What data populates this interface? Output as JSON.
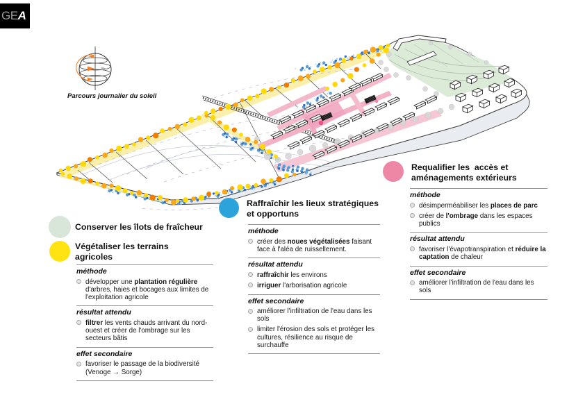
{
  "logo": {
    "gray": "GE",
    "white": "A"
  },
  "sun_diagram": {
    "caption": "Parcours journalier du soleil",
    "icon": "sun-path-globe-icon",
    "accent": "#ee7f2d"
  },
  "colors": {
    "green": "#d7e6d8",
    "yellow": "#ffe312",
    "blue": "#2da3dc",
    "pink": "#ee87a5"
  },
  "legend": {
    "columns": [
      {
        "key": "fraicheur",
        "color": "#d7e6d8",
        "title": "Conserver les îlots de fraîcheur",
        "sections": []
      },
      {
        "key": "vegetaliser",
        "color": "#ffe312",
        "title": "Végétaliser les terrains agricoles",
        "sections": [
          {
            "label": "méthode",
            "bullets": [
              "développer une **plantation régulière** d'arbres, haies et bocages aux limites de l'exploitation agricole"
            ]
          },
          {
            "label": "résultat attendu",
            "bullets": [
              "**filtrer** les vents chauds arrivant du nord-ouest et créer de l'ombrage sur les secteurs bâtis"
            ]
          },
          {
            "label": "effet secondaire",
            "bullets": [
              "favoriser le passage de la biodiversité (Venoge → Sorge)"
            ]
          }
        ]
      },
      {
        "key": "raffraichir",
        "color": "#2da3dc",
        "title": "Raffraîchir les lieux stratégiques et opportuns",
        "sections": [
          {
            "label": "méthode",
            "bullets": [
              "créer des **noues végétalisées** faisant face à l'aléa de ruissellement."
            ]
          },
          {
            "label": "résultat attendu",
            "bullets": [
              "**raffraîchir** les environs",
              "**irriguer** l'arborisation agricole"
            ]
          },
          {
            "label": "effet secondaire",
            "bullets": [
              "améliorer l'infiltration de l'eau dans les sols",
              "limiter l'érosion des sols et protéger les cultures, résilience au risque de surchauffe"
            ]
          }
        ]
      },
      {
        "key": "requalifier",
        "color": "#ee87a5",
        "title": "Requalifier les  accès et aménagements extérieurs",
        "sections": [
          {
            "label": "méthode",
            "bullets": [
              "désimperméabiliser les **places de parc**",
              "créer de **l'ombrage** dans les espaces publics"
            ]
          },
          {
            "label": "résultat attendu",
            "bullets": [
              "favoriser l'évapotranspiration et **réduire la captation** de chaleur"
            ]
          },
          {
            "label": "effet secondaire",
            "bullets": [
              "améliorer l'infiltration de l'eau dans les sols"
            ]
          }
        ]
      }
    ]
  },
  "diagram": {
    "tree_palette": [
      "#ffd90a",
      "#f9a61b",
      "#ef7d00"
    ],
    "water_palette": [
      "#8cc6ea",
      "#5b9bd5",
      "#2f6db8",
      "#aad4f0"
    ],
    "tree_rows": [
      {
        "from": [
          88,
          247
        ],
        "to": [
          558,
          64
        ],
        "count": 46
      },
      {
        "from": [
          90,
          252
        ],
        "to": [
          250,
          291
        ],
        "count": 17
      },
      {
        "from": [
          256,
          291
        ],
        "to": [
          424,
          252
        ],
        "count": 16
      },
      {
        "from": [
          296,
          164
        ],
        "to": [
          398,
          224
        ],
        "count": 11
      },
      {
        "from": [
          472,
          129
        ],
        "to": [
          556,
          73
        ],
        "count": 9
      }
    ],
    "speckle_bands": [
      {
        "from": [
          318,
          191
        ],
        "to": [
          402,
          231
        ],
        "count": 48,
        "spread": 3
      },
      {
        "from": [
          398,
          239
        ],
        "to": [
          446,
          248
        ],
        "count": 52,
        "spread": 4
      },
      {
        "from": [
          252,
          293
        ],
        "to": [
          396,
          263
        ],
        "count": 60,
        "spread": 2.5
      },
      {
        "from": [
          428,
          101
        ],
        "to": [
          554,
          70
        ],
        "count": 42,
        "spread": 2.5
      },
      {
        "from": [
          432,
          156
        ],
        "to": [
          474,
          133
        ],
        "count": 18,
        "spread": 2.5
      },
      {
        "from": [
          152,
          273
        ],
        "to": [
          248,
          293
        ],
        "count": 30,
        "spread": 2
      }
    ]
  }
}
